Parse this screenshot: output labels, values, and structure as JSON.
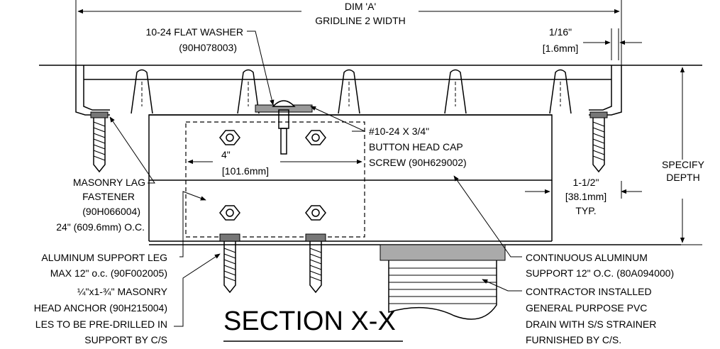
{
  "labels": {
    "dim_a": "DIM 'A'",
    "gridline_width": "GRIDLINE 2 WIDTH",
    "washer_line1": "10-24 FLAT WASHER",
    "washer_line2": "(90H078003)",
    "gap_in": "1/16\"",
    "gap_mm": "[1.6mm]",
    "screw_line1": "#10-24 X 3/4\"",
    "screw_line2": "BUTTON HEAD CAP",
    "screw_line3": "SCREW (90H629002)",
    "specify_line1": "SPECIFY",
    "specify_line2": "DEPTH",
    "four_in": "4\"",
    "four_mm": "[101.6mm]",
    "lag_line1": "MASONRY LAG",
    "lag_line2": "FASTENER",
    "lag_line3": "(90H066004)",
    "lag_line4": "24\" (609.6mm) O.C.",
    "depth_in": "1-1/2\"",
    "depth_mm": "[38.1mm]",
    "depth_typ": "TYP.",
    "leg_line1": "ALUMINUM SUPPORT LEG",
    "leg_line2": "MAX 12\" o.c. (90F002005)",
    "anchor_line1": "¼\"x1-¾\" MASONRY",
    "anchor_line2": "HEAD ANCHOR (90H215004)",
    "anchor_line3": "LES TO BE PRE-DRILLED IN",
    "anchor_line4": "SUPPORT BY C/S",
    "cont_line1": "CONTINUOUS ALUMINUM",
    "cont_line2": "SUPPORT 12\" O.C. (80A094000)",
    "pvc_line1": "CONTRACTOR INSTALLED",
    "pvc_line2": "GENERAL PURPOSE PVC",
    "pvc_line3": "DRAIN WITH S/S STRAINER",
    "pvc_line4": "FURNISHED BY C/S.",
    "section_title": "SECTION X-X"
  }
}
